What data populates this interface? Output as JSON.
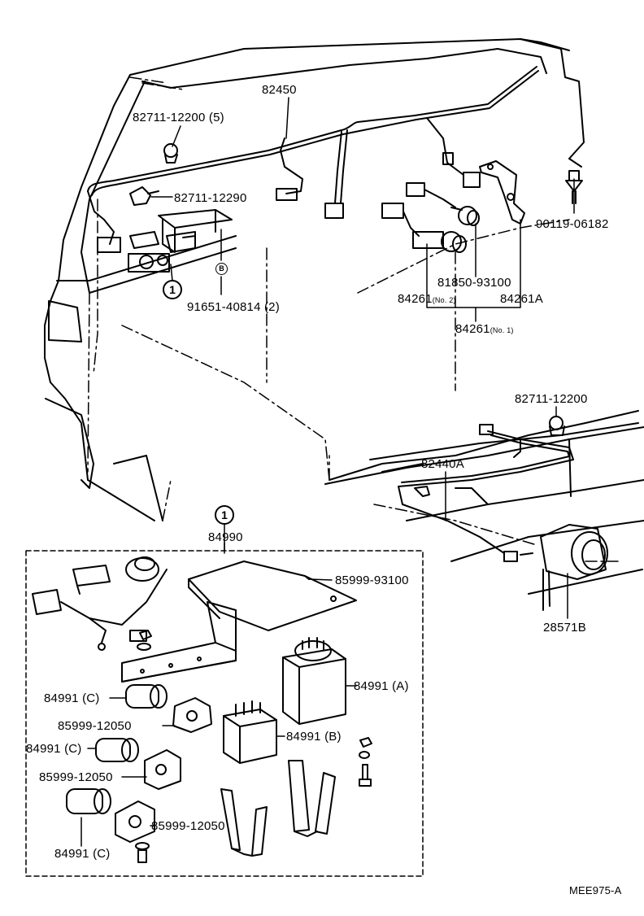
{
  "labels": {
    "wire_82450": "82450",
    "clamp_82711_12200_5": "82711-12200 (5)",
    "clip_82711_12290": "82711-12290",
    "bolt_90119_06182": "90119-06182",
    "bolt_91651_40814_2": "91651-40814 (2)",
    "socket_81850_93100": "81850-93100",
    "lamp_84261_no2": "84261",
    "lamp_84261_no2_suffix": "(No. 2)",
    "lamp_84261A": "84261A",
    "lamp_84261_no1": "84261",
    "lamp_84261_no1_suffix": "(No. 1)",
    "clamp_82711_12200": "82711-12200",
    "wire_82440A": "82440A",
    "buzzer_28571B": "28571B",
    "assy_84990": "84990",
    "cover_85999_93100": "85999-93100",
    "relay_84991_A": "84991 (A)",
    "relay_84991_B": "84991 (B)",
    "relay_84991_C_1": "84991 (C)",
    "relay_84991_C_2": "84991 (C)",
    "relay_84991_C_3": "84991 (C)",
    "holder_85999_12050_1": "85999-12050",
    "holder_85999_12050_2": "85999-12050",
    "holder_85999_12050_3": "85999-12050",
    "diagram_code": "MEE975-A"
  },
  "callouts": {
    "ref_1": "1",
    "ref_1_detail": "1",
    "ref_B": "B"
  }
}
